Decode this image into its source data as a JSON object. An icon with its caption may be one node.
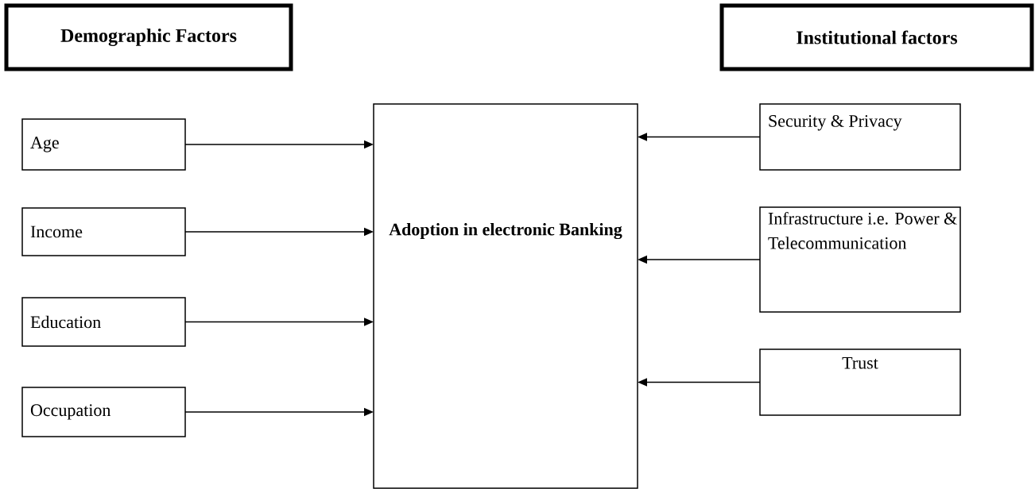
{
  "diagram": {
    "nodes": [
      {
        "text": [
          "Demographic Factors"
        ]
      },
      {
        "text": [
          "Institutional factors"
        ]
      },
      {
        "text": [
          "Age"
        ]
      },
      {
        "text": [
          "Income"
        ]
      },
      {
        "text": [
          "Education"
        ]
      },
      {
        "text": [
          "Occupation"
        ]
      },
      {
        "text": [
          "Adoption in electronic Banking"
        ]
      },
      {
        "text": [
          "Security & Privacy"
        ]
      },
      {
        "text": [
          "Infrastructure i.e. Power & Telecommunication"
        ]
      },
      {
        "text": [
          "Trust"
        ]
      }
    ],
    "edges": [
      {
        "from": 2,
        "to": 6,
        "arrow": "to"
      },
      {
        "from": 3,
        "to": 6,
        "arrow": "to"
      },
      {
        "from": 4,
        "to": 6,
        "arrow": "to"
      },
      {
        "from": 5,
        "to": 6,
        "arrow": "to"
      },
      {
        "from": 7,
        "to": 6,
        "arrow": "to"
      },
      {
        "from": 8,
        "to": 6,
        "arrow": "to"
      },
      {
        "from": 9,
        "to": 6,
        "arrow": "to"
      }
    ]
  }
}
